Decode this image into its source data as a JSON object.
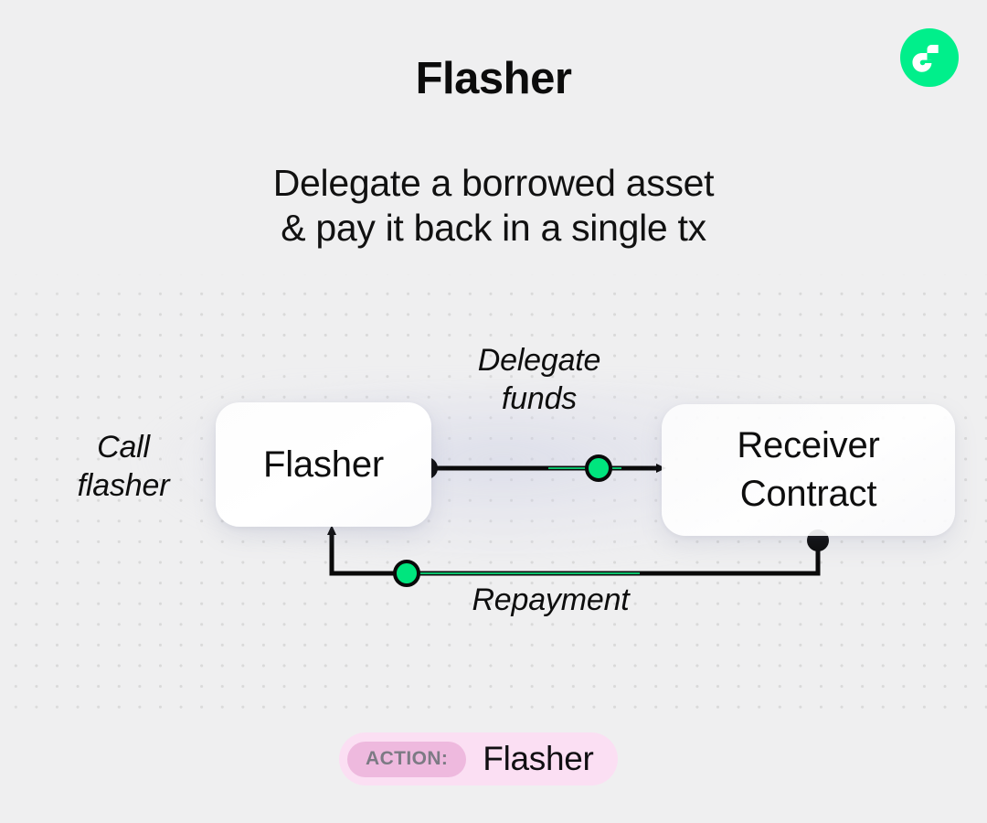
{
  "brand": {
    "logo_icon": "flow-logo-icon",
    "logo_color": "#00ef8b",
    "logo_mark_color": "#ffffff"
  },
  "header": {
    "title": "Flasher",
    "subtitle": "Delegate a borrowed asset\n& pay it back in a single tx"
  },
  "diagram": {
    "nodes": [
      {
        "id": "flasher",
        "label": "Flasher"
      },
      {
        "id": "receiver",
        "label": "Receiver\nContract"
      }
    ],
    "labels": {
      "call": "Call\nflasher",
      "delegate": "Delegate\nfunds",
      "repayment": "Repayment"
    },
    "colors": {
      "accent_green": "#00e57e",
      "wire": "#0a0a0a",
      "dot": "#d8d8d8",
      "background": "#efeff0"
    }
  },
  "badge": {
    "tag": "ACTION:",
    "value": "Flasher",
    "background": "#fbdff3",
    "tag_background": "#eeb9de"
  }
}
